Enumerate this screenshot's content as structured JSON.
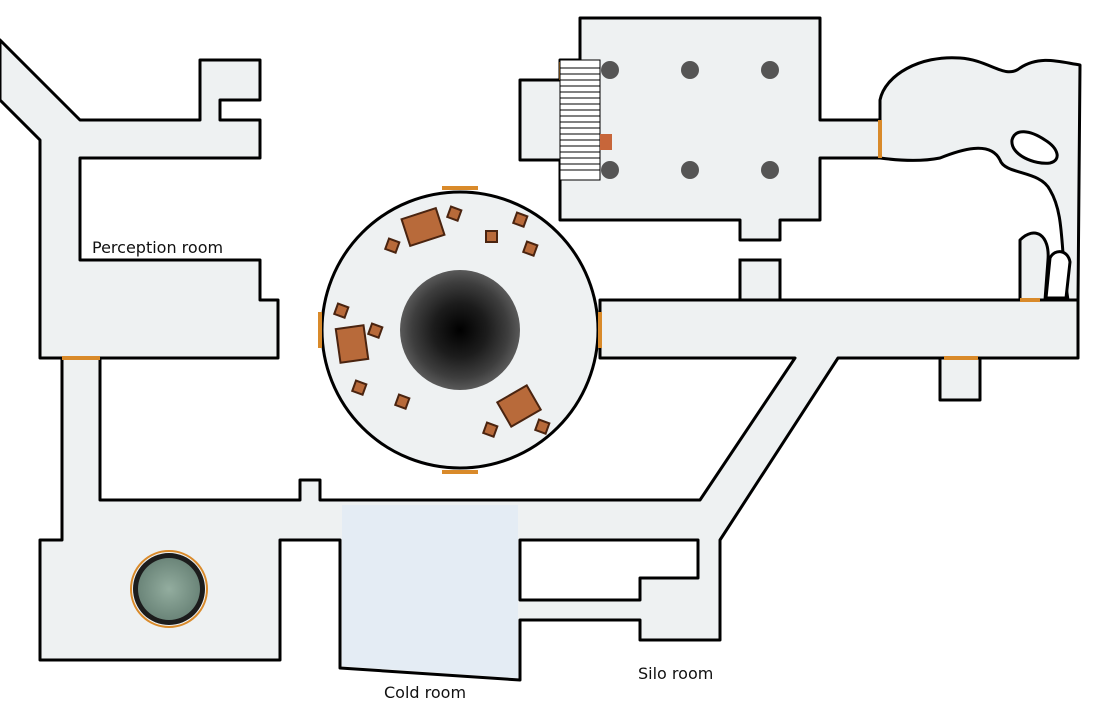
{
  "labels": {
    "perception_room": "Perception room",
    "cold_room": "Cold room",
    "silo_room": "Silo room"
  },
  "icons": {
    "pillar": "pillar-icon",
    "stairs": "stairs-icon",
    "crate": "crate-icon",
    "pit": "pit-icon",
    "well": "well-icon"
  },
  "colors": {
    "floor": "#eef1f2",
    "cold_floor": "#e4ecf4",
    "wall": "#000000",
    "door": "#d98a2a",
    "crate": "#b86a3a",
    "pillar": "#555555",
    "pit_core": "#000000",
    "pit_rim": "#555555",
    "well_water": "#7f9a8e"
  }
}
